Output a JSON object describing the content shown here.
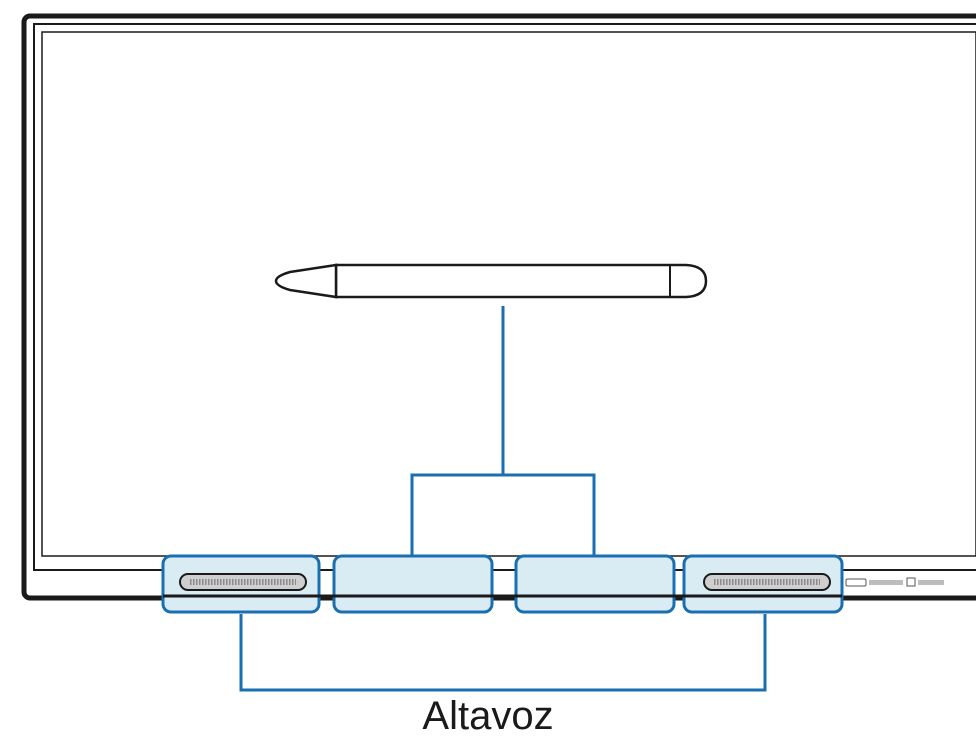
{
  "caption": {
    "label": "Altavoz"
  },
  "colors": {
    "frame": "#1a1a1a",
    "screen": "#ffffff",
    "callout": "#1a6fb0",
    "highlight_fill": "#d9ecf4",
    "grille_fill": "#cfcfcf"
  },
  "parts": {
    "pen": "stylus-pen",
    "speakers": [
      "speaker-outer-left",
      "speaker-inner-left",
      "speaker-inner-right",
      "speaker-outer-right"
    ],
    "ports": "side-port-strip"
  }
}
